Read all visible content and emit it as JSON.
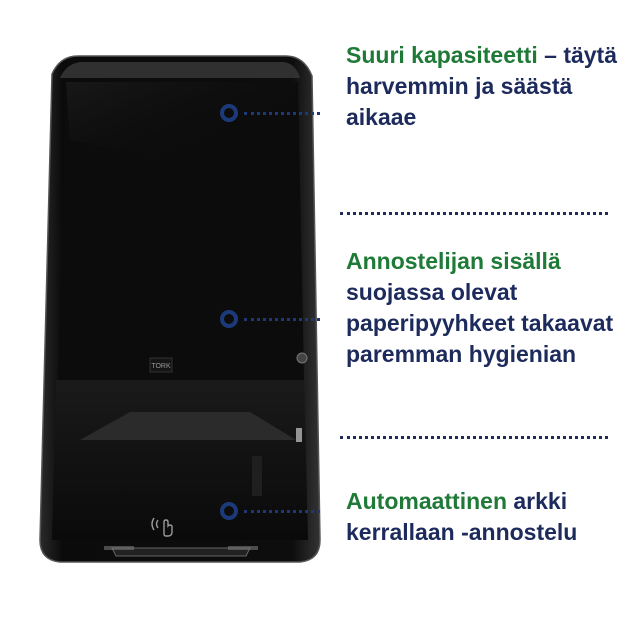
{
  "brand_label": "TORK",
  "colors": {
    "accent_green": "#1f7a38",
    "text_navy": "#1c2a5c",
    "marker_blue": "#1c3a7a"
  },
  "icons": [
    "sensor-hand-icon"
  ],
  "callouts": [
    {
      "green": "Suuri kapasiteetti",
      "sep": " – ",
      "navy": "täytä harvemmin ja säästä aikaae"
    },
    {
      "green": "Annostelijan sisällä",
      "sep": " ",
      "navy": "suojassa olevat paperipyyhkeet takaavat paremman hygienian"
    },
    {
      "green": "Automaattinen",
      "sep": " ",
      "navy": "arkki kerrallaan -annostelu"
    }
  ]
}
